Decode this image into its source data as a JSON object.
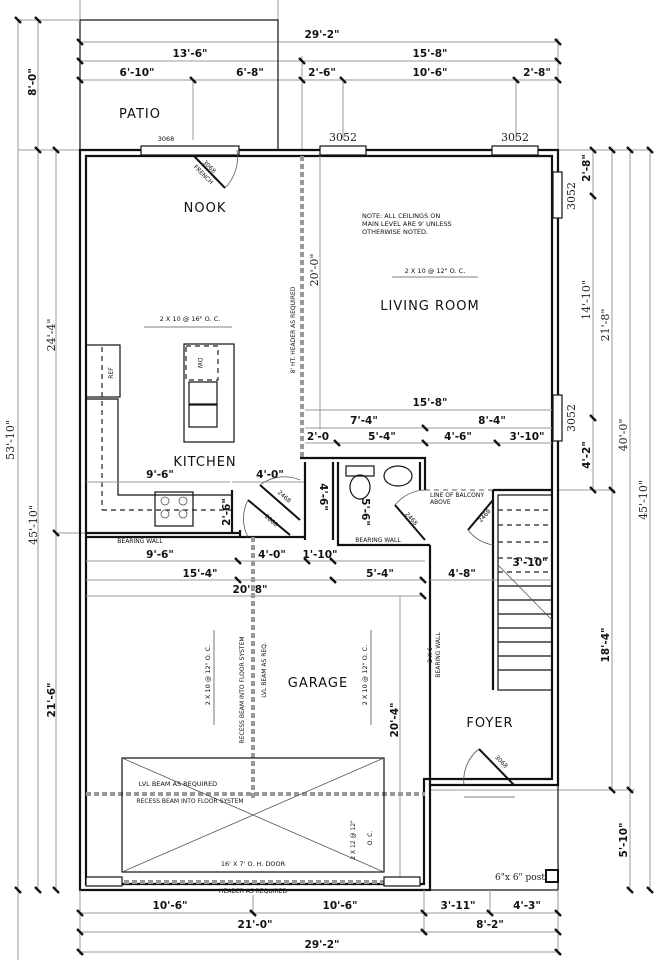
{
  "rooms": {
    "patio": "PATIO",
    "nook": "NOOK",
    "living_room": "LIVING ROOM",
    "kitchen": "KITCHEN",
    "garage": "GARAGE",
    "foyer": "FOYER"
  },
  "notes": {
    "ceiling": [
      "NOTE: ALL CEILINGS ON",
      "MAIN LEVEL ARE 9' UNLESS",
      "OTHERWISE NOTED."
    ],
    "living_joist": "2 X 10 @ 12\" O. C.",
    "kitchen_joist": "2 X 10 @ 16\" O. C.",
    "header_8ft": "8' HT. HEADER AS REQUIRED",
    "bearing_wall_left": "BEARING WALL",
    "bearing_wall_bath": "BEARING WALL",
    "balcony": [
      "LINE OF BALCONY",
      "ABOVE"
    ],
    "garage_joist_left": "2 X 10 @ 12\" O. C.",
    "garage_joist_right": "2 X 10 @ 12\" O. C.",
    "recess_beam_v": "RECESS BEAM INTO FLOOR SYSTEM",
    "lvl_beam_v": "LVL BEAM AS REQ.",
    "lvl_beam_h": "LVL BEAM AS REQUIRED",
    "recess_beam_h": "RECESS BEAM INTO FLOOR SYSTEM",
    "oh_door": "16' X 7' O. H. DOOR",
    "garage_joist_door": "2 X 12 @ 12\"",
    "garage_joist_door_oc": "O. C.",
    "header_req": "HEADER AS REQUIRED",
    "bearing_2x6": [
      "2 X 6",
      "BEARING WALL"
    ],
    "post": "6\"x 6\" post",
    "ref": "REF",
    "dw": "DW"
  },
  "doors": {
    "patio_window": "3068",
    "french": [
      "3068",
      "FRENCH"
    ],
    "living_win_1": "3052",
    "living_win_2": "3052",
    "right_win_1": "3052",
    "right_win_2": "3052",
    "pantry_door": "2468",
    "garage_door": "2868",
    "bath_door": "2468",
    "closet_door": "2468",
    "front_door": "3068"
  },
  "dimensions": {
    "top": {
      "overall": "29'-2\"",
      "left_section": "13'-6\"",
      "right_section": "15'-8\"",
      "seg1": "6'-10\"",
      "seg2": "6'-8\"",
      "seg3": "2'-6\"",
      "seg4": "10'-6\"",
      "seg5": "2'-8\""
    },
    "left": {
      "patio_depth": "8'-0\"",
      "total": "53'-10\"",
      "house": "45'-10\"",
      "upper": "24'-4\"",
      "lower": "21'-6\""
    },
    "right": {
      "seg1": "2'-8\"",
      "seg2": "14'-10\"",
      "seg3": "4'-2\"",
      "mid": "21'-8\"",
      "big": "40'-0\"",
      "total": "45'-10\"",
      "foyer": "18'-4\"",
      "porch": "5'-10\""
    },
    "interior": {
      "living_width": "15'-8\"",
      "d7_4": "7'-4\"",
      "d8_4": "8'-4\"",
      "d2_0": "2'-0",
      "d5_4a": "5'-4\"",
      "d4_6": "4'-6\"",
      "d3_10a": "3'-10\"",
      "k9_6a": "9'-6\"",
      "k4_0a": "4'-0\"",
      "k2_6": "2'-6\"",
      "pantry4_6": "4'-6\"",
      "bath5_6": "5'-6\"",
      "g9_6": "9'-6\"",
      "g4_0": "4'-0\"",
      "g1_10": "1'-10\"",
      "g15_4": "15'-4\"",
      "g5_4": "5'-4\"",
      "g4_8": "4'-8\"",
      "stair3_10": "3'-10\"",
      "g20_8": "20'-8\"",
      "g20_4": "20'-4\"",
      "v20_0": "20'-0\""
    },
    "bottom": {
      "seg1": "10'-6\"",
      "seg2": "10'-6\"",
      "seg3": "3'-11\"",
      "seg4": "4'-3\"",
      "garage": "21'-0\"",
      "foyer": "8'-2\"",
      "overall": "29'-2\""
    }
  }
}
